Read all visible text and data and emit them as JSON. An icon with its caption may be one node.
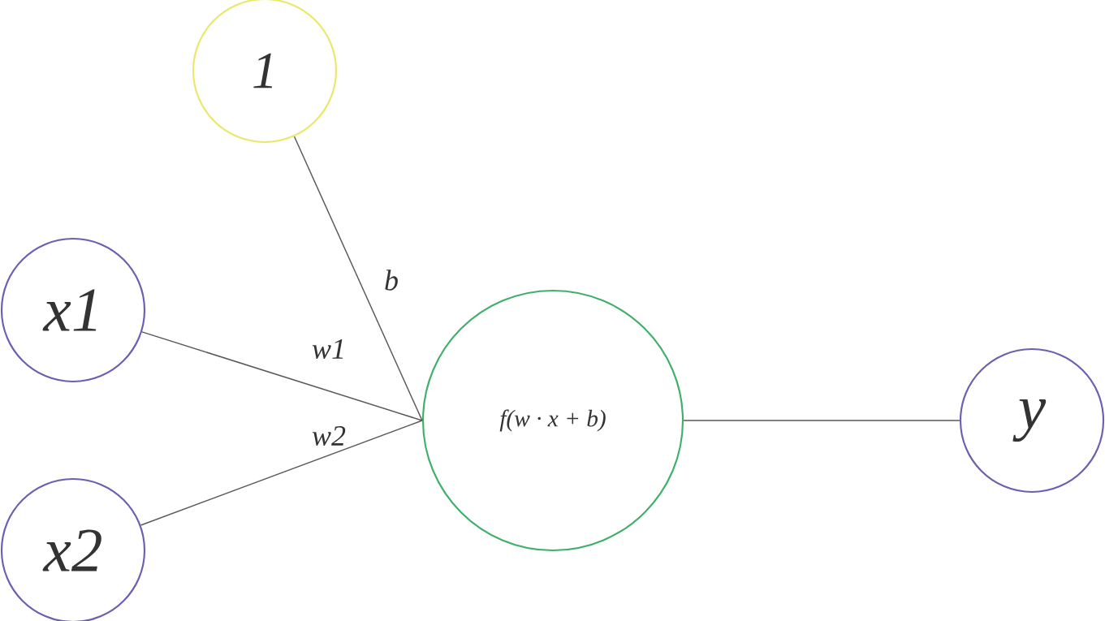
{
  "diagram": {
    "nodes": [
      {
        "text": [
          "1"
        ]
      },
      {
        "text": [
          "x1"
        ]
      },
      {
        "text": [
          "x2"
        ]
      },
      {
        "text": [
          "f(w · x + b)"
        ]
      },
      {
        "text": [
          "y"
        ]
      }
    ],
    "edges": [
      {
        "from": 0,
        "to": 3,
        "arrow": "none",
        "label": "b"
      },
      {
        "from": 1,
        "to": 3,
        "arrow": "none",
        "label": "w1"
      },
      {
        "from": 2,
        "to": 3,
        "arrow": "none",
        "label": "w2"
      },
      {
        "from": 3,
        "to": 4,
        "arrow": "none"
      }
    ]
  }
}
